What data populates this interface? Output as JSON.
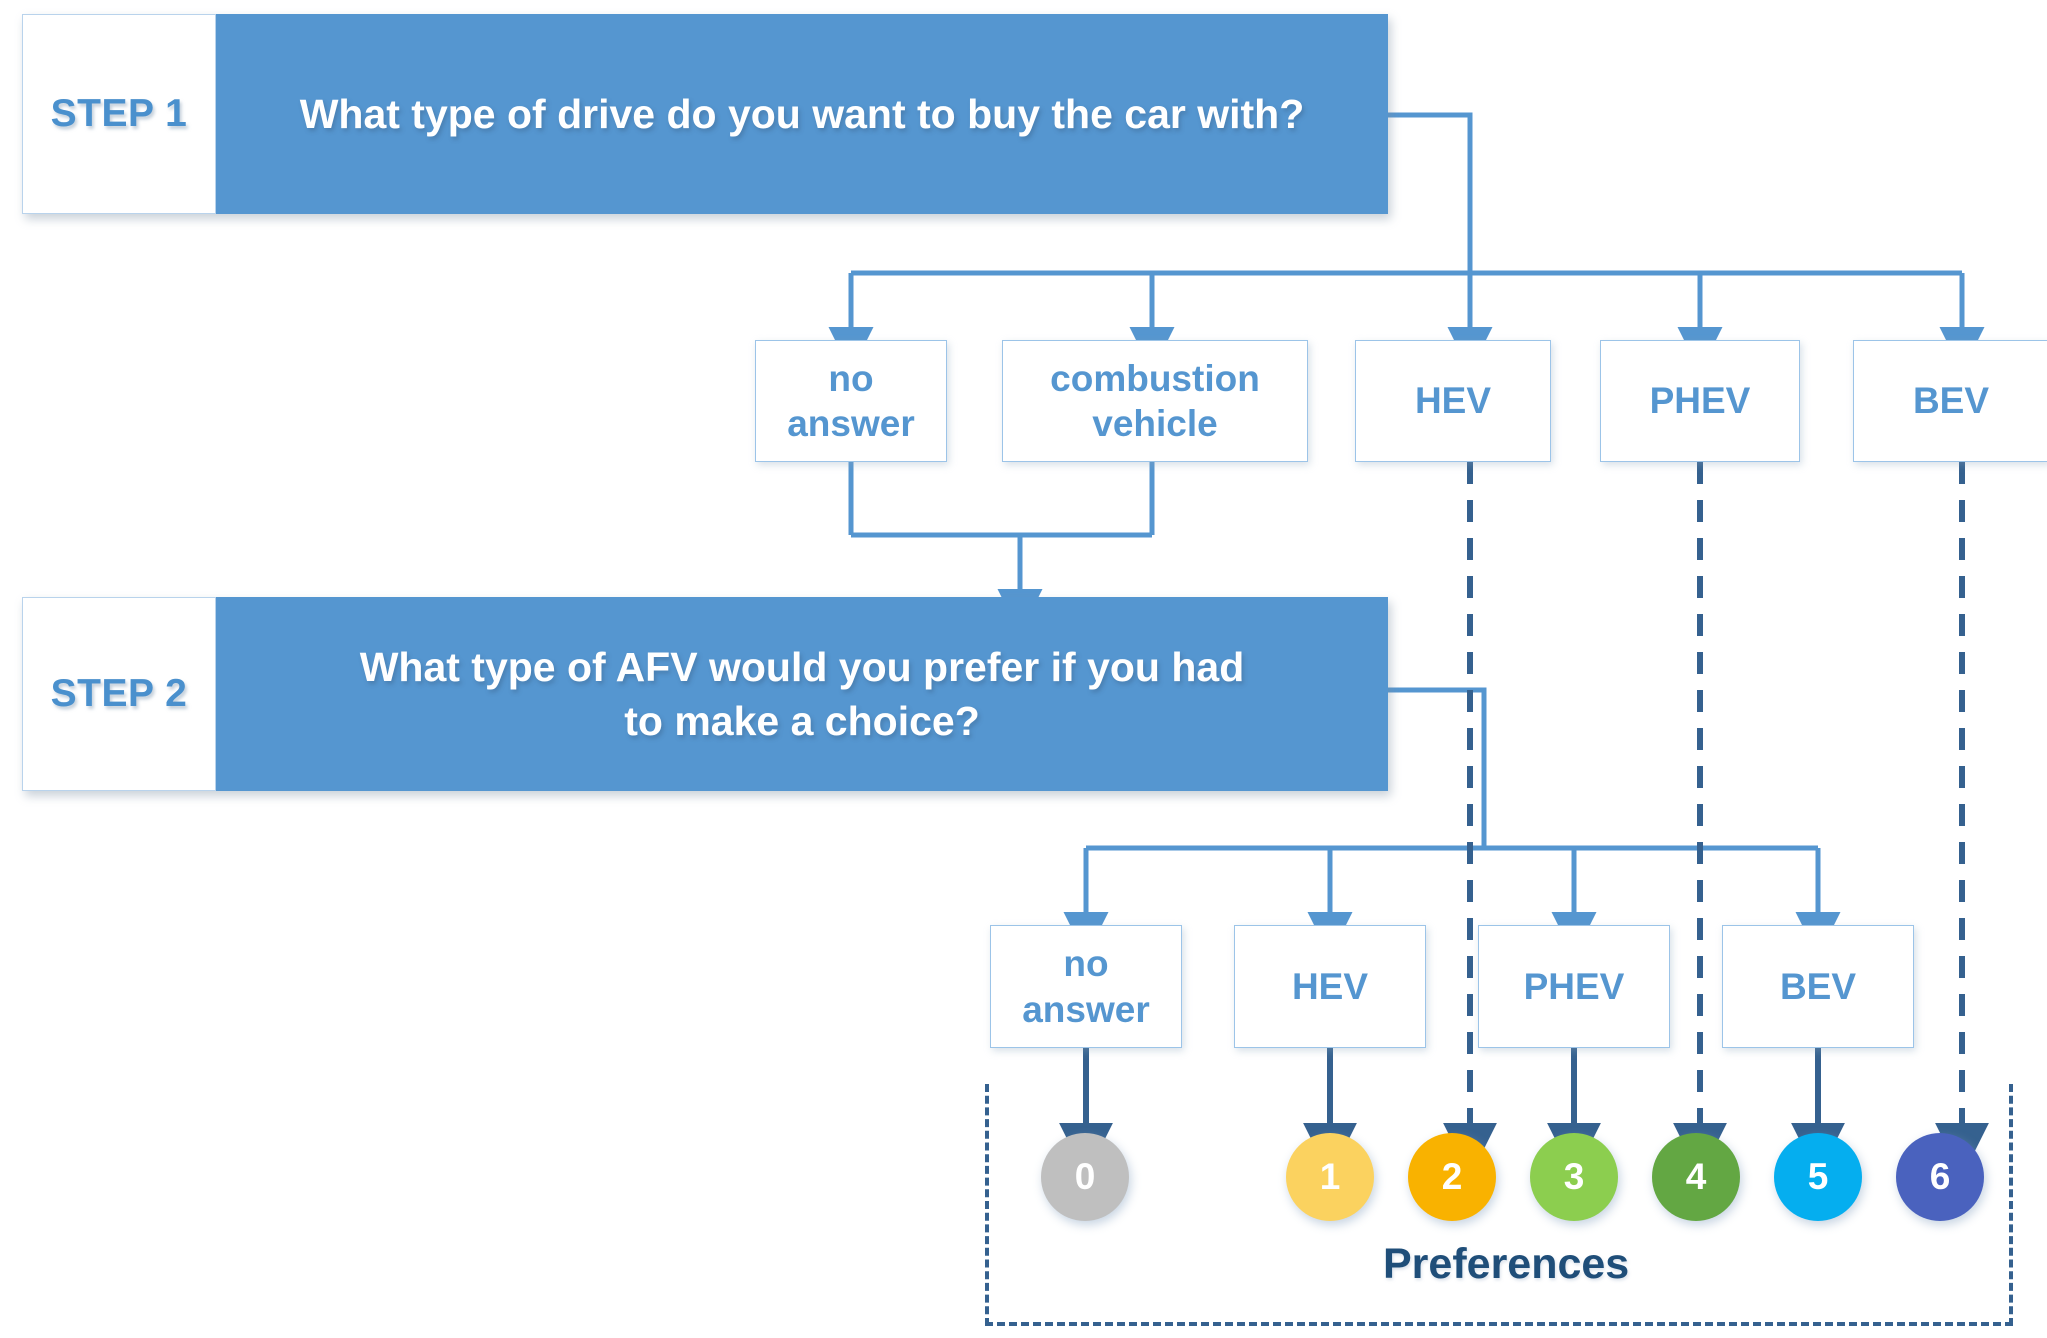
{
  "diagram": {
    "title": "Two-step survey decision tree for alternative fuel vehicle preference",
    "colors": {
      "banner_fill": "#5596D0",
      "banner_text": "#FFFFFF",
      "step_tag_text": "#4A90CD",
      "box_border": "#9CC4E8",
      "box_text": "#5596D0",
      "solid_connector": "#5596D0",
      "dashed_connector": "#35618F",
      "preferences_label": "#1F4E79"
    }
  },
  "steps": [
    {
      "tag": "STEP 1",
      "question": "What type of drive do you want to buy the car with?"
    },
    {
      "tag": "STEP 2",
      "question": "What type of AFV would you prefer if you had to make a choice?"
    }
  ],
  "step1_options": [
    {
      "label": "no answer",
      "lines": [
        "no",
        "answer"
      ]
    },
    {
      "label": "combustion vehicle",
      "lines": [
        "combustion",
        "vehicle"
      ]
    },
    {
      "label": "HEV",
      "lines": [
        "HEV"
      ]
    },
    {
      "label": "PHEV",
      "lines": [
        "PHEV"
      ]
    },
    {
      "label": "BEV",
      "lines": [
        "BEV"
      ]
    }
  ],
  "step2_options": [
    {
      "label": "no answer",
      "lines": [
        "no",
        "answer"
      ]
    },
    {
      "label": "HEV",
      "lines": [
        "HEV"
      ]
    },
    {
      "label": "PHEV",
      "lines": [
        "PHEV"
      ]
    },
    {
      "label": "BEV",
      "lines": [
        "BEV"
      ]
    }
  ],
  "preferences": {
    "label": "Preferences",
    "items": [
      {
        "value": "0",
        "color": "#BFBFBF"
      },
      {
        "value": "1",
        "color": "#FBD25F"
      },
      {
        "value": "2",
        "color": "#F9B200"
      },
      {
        "value": "3",
        "color": "#8CCE4F"
      },
      {
        "value": "4",
        "color": "#63A743"
      },
      {
        "value": "5",
        "color": "#05AEEF"
      },
      {
        "value": "6",
        "color": "#4A62BE"
      }
    ]
  }
}
